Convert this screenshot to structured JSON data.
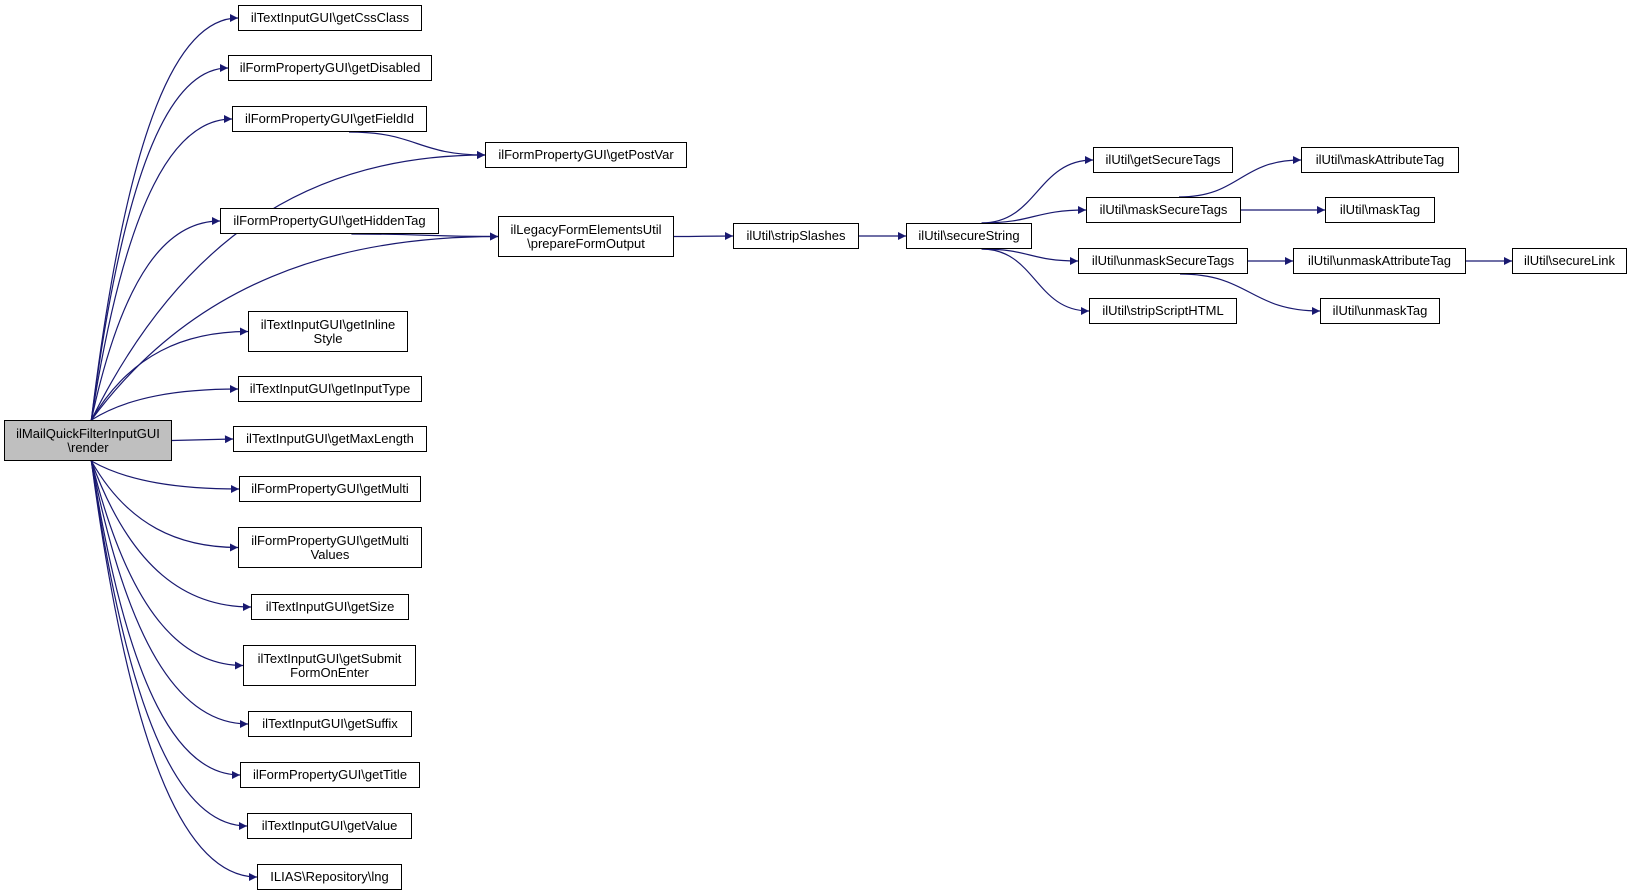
{
  "colors": {
    "edge": "#191970",
    "node_border": "#000000",
    "node_fill": "#ffffff",
    "root_fill": "#bfbfbf"
  },
  "nodes": {
    "root": {
      "label": [
        "ilMailQuickFilterInputGUI",
        "\\render"
      ]
    },
    "getCssClass": {
      "label": [
        "ilTextInputGUI\\getCssClass"
      ]
    },
    "getDisabled": {
      "label": [
        "ilFormPropertyGUI\\getDisabled"
      ]
    },
    "getFieldId": {
      "label": [
        "ilFormPropertyGUI\\getFieldId"
      ]
    },
    "getPostVar": {
      "label": [
        "ilFormPropertyGUI\\getPostVar"
      ]
    },
    "getHiddenTag": {
      "label": [
        "ilFormPropertyGUI\\getHiddenTag"
      ]
    },
    "prepareFormOutput": {
      "label": [
        "ilLegacyFormElementsUtil",
        "\\prepareFormOutput"
      ]
    },
    "stripSlashes": {
      "label": [
        "ilUtil\\stripSlashes"
      ]
    },
    "secureString": {
      "label": [
        "ilUtil\\secureString"
      ]
    },
    "getSecureTags": {
      "label": [
        "ilUtil\\getSecureTags"
      ]
    },
    "maskSecureTags": {
      "label": [
        "ilUtil\\maskSecureTags"
      ]
    },
    "unmaskSecureTags": {
      "label": [
        "ilUtil\\unmaskSecureTags"
      ]
    },
    "stripScriptHTML": {
      "label": [
        "ilUtil\\stripScriptHTML"
      ]
    },
    "maskAttributeTag": {
      "label": [
        "ilUtil\\maskAttributeTag"
      ]
    },
    "maskTag": {
      "label": [
        "ilUtil\\maskTag"
      ]
    },
    "unmaskAttributeTag": {
      "label": [
        "ilUtil\\unmaskAttributeTag"
      ]
    },
    "unmaskTag": {
      "label": [
        "ilUtil\\unmaskTag"
      ]
    },
    "secureLink": {
      "label": [
        "ilUtil\\secureLink"
      ]
    },
    "getInlineStyle": {
      "label": [
        "ilTextInputGUI\\getInline",
        "Style"
      ]
    },
    "getInputType": {
      "label": [
        "ilTextInputGUI\\getInputType"
      ]
    },
    "getMaxLength": {
      "label": [
        "ilTextInputGUI\\getMaxLength"
      ]
    },
    "getMulti": {
      "label": [
        "ilFormPropertyGUI\\getMulti"
      ]
    },
    "getMultiValues": {
      "label": [
        "ilFormPropertyGUI\\getMulti",
        "Values"
      ]
    },
    "getSize": {
      "label": [
        "ilTextInputGUI\\getSize"
      ]
    },
    "getSubmitFormOnEnter": {
      "label": [
        "ilTextInputGUI\\getSubmit",
        "FormOnEnter"
      ]
    },
    "getSuffix": {
      "label": [
        "ilTextInputGUI\\getSuffix"
      ]
    },
    "getTitle": {
      "label": [
        "ilFormPropertyGUI\\getTitle"
      ]
    },
    "getValue": {
      "label": [
        "ilTextInputGUI\\getValue"
      ]
    },
    "lng": {
      "label": [
        "ILIAS\\Repository\\lng"
      ]
    }
  },
  "edges": [
    [
      "root",
      "getCssClass"
    ],
    [
      "root",
      "getDisabled"
    ],
    [
      "root",
      "getFieldId"
    ],
    [
      "root",
      "getPostVar"
    ],
    [
      "root",
      "getHiddenTag"
    ],
    [
      "root",
      "prepareFormOutput"
    ],
    [
      "root",
      "getInlineStyle"
    ],
    [
      "root",
      "getInputType"
    ],
    [
      "root",
      "getMaxLength"
    ],
    [
      "root",
      "getMulti"
    ],
    [
      "root",
      "getMultiValues"
    ],
    [
      "root",
      "getSize"
    ],
    [
      "root",
      "getSubmitFormOnEnter"
    ],
    [
      "root",
      "getSuffix"
    ],
    [
      "root",
      "getTitle"
    ],
    [
      "root",
      "getValue"
    ],
    [
      "root",
      "lng"
    ],
    [
      "getFieldId",
      "getPostVar"
    ],
    [
      "getHiddenTag",
      "prepareFormOutput"
    ],
    [
      "prepareFormOutput",
      "stripSlashes"
    ],
    [
      "stripSlashes",
      "secureString"
    ],
    [
      "secureString",
      "getSecureTags"
    ],
    [
      "secureString",
      "maskSecureTags"
    ],
    [
      "secureString",
      "unmaskSecureTags"
    ],
    [
      "secureString",
      "stripScriptHTML"
    ],
    [
      "maskSecureTags",
      "maskAttributeTag"
    ],
    [
      "maskSecureTags",
      "maskTag"
    ],
    [
      "unmaskSecureTags",
      "unmaskAttributeTag"
    ],
    [
      "unmaskSecureTags",
      "unmaskTag"
    ],
    [
      "unmaskAttributeTag",
      "secureLink"
    ]
  ]
}
